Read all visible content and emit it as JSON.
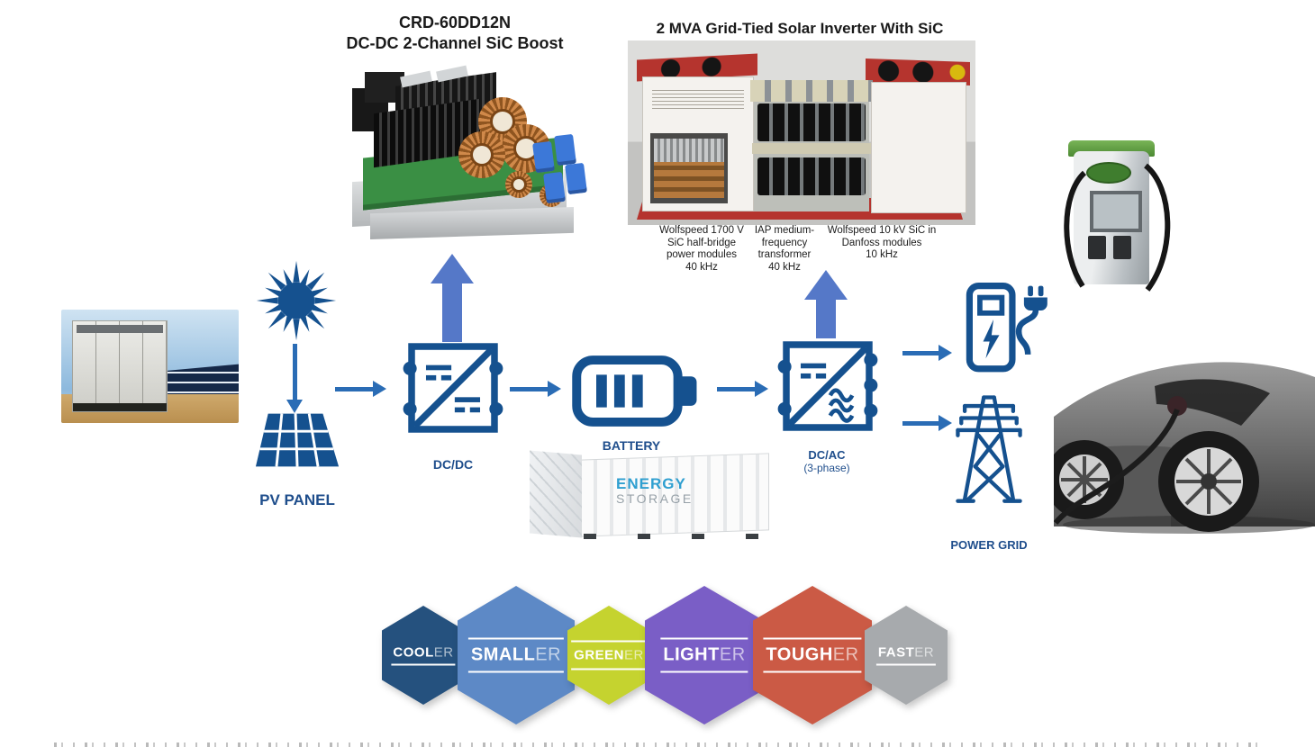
{
  "titles": {
    "board_title_line1": "CRD-60DD12N",
    "board_title_line2": "DC-DC 2-Channel SiC Boost",
    "inverter_title": "2 MVA Grid-Tied Solar Inverter With SiC"
  },
  "inverter_captions": [
    "Wolfspeed 1700 V\nSiC half-bridge\npower modules\n40 kHz",
    "IAP medium-\nfrequency\ntransformer\n40 kHz",
    "Wolfspeed 10 kV SiC in\nDanfoss modules\n10 kHz"
  ],
  "diagram": {
    "pv_panel_label": "PV PANEL",
    "dcdc_label": "DC/DC",
    "battery_label": "BATTERY",
    "dcac_label": "DC/AC",
    "dcac_sublabel": "(3-phase)",
    "power_grid_label": "POWER GRID"
  },
  "storage_container": {
    "line1": "ENERGY",
    "line2": "STORAGE"
  },
  "hexagons": [
    {
      "strong": "COOL",
      "rest": "ER",
      "color": "#25517e"
    },
    {
      "strong": "SMALL",
      "rest": "ER",
      "color": "#5d89c6"
    },
    {
      "strong": "GREEN",
      "rest": "ER",
      "color": "#c5d32f"
    },
    {
      "strong": "LIGHT",
      "rest": "ER",
      "color": "#7a5ec6"
    },
    {
      "strong": "TOUGH",
      "rest": "ER",
      "color": "#cb5a45"
    },
    {
      "strong": "FAST",
      "rest": "ER",
      "color": "#a7aaad"
    }
  ],
  "icons": {
    "sun": "sun-icon",
    "pv_panel": "pv-panel-icon",
    "dcdc_converter": "dcdc-converter-icon",
    "battery": "battery-icon",
    "dcac_inverter": "dcac-inverter-icon",
    "ev_charging_station": "ev-charging-station-icon",
    "plug": "plug-icon",
    "transmission_tower": "transmission-tower-icon"
  },
  "colors": {
    "icon_blue": "#15518f",
    "arrow_blue": "#2a6cb5",
    "big_arrow_blue": "#5578c8",
    "label_blue": "#1f4e8c",
    "energy_text_blue": "#2f9fd0",
    "storage_text_gray": "#97a1a8",
    "inverter_red": "#b5342e"
  }
}
